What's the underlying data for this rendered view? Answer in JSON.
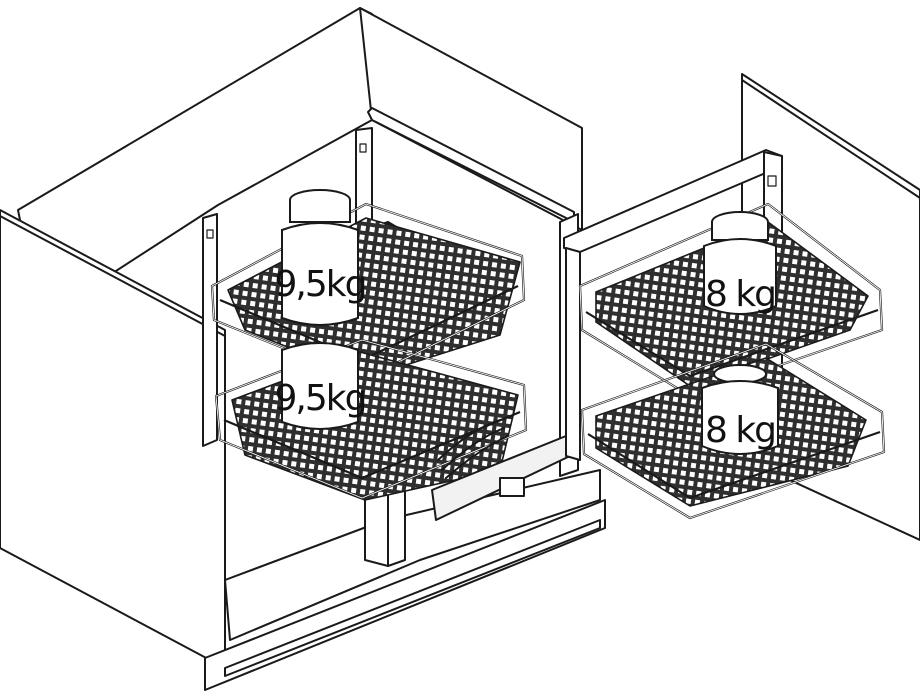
{
  "loads": {
    "left_upper": "9,5kg",
    "left_lower": "9,5kg",
    "right_upper": "8 kg",
    "right_lower": "8 kg"
  },
  "colors": {
    "line": "#1a1a1a",
    "mesh_fill": "#3a3a3a",
    "background": "#ffffff"
  }
}
